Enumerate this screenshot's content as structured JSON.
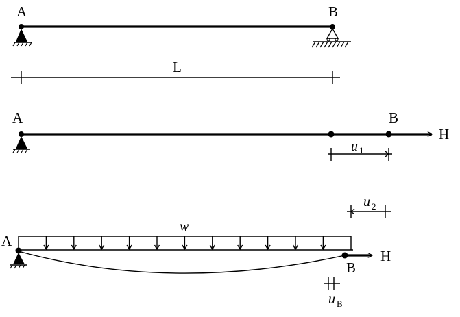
{
  "panel1": {
    "label_a": "A",
    "label_b": "B",
    "span_label": "L"
  },
  "panel2": {
    "label_a": "A",
    "label_b": "B",
    "force_label": "H",
    "disp_label": "u",
    "disp_sub": "1"
  },
  "panel3": {
    "load_label": "w",
    "label_a": "A",
    "label_b": "B",
    "force_label": "H",
    "disp2_label": "u",
    "disp2_sub": "2",
    "dispb_label": "u",
    "dispb_sub": "B"
  }
}
